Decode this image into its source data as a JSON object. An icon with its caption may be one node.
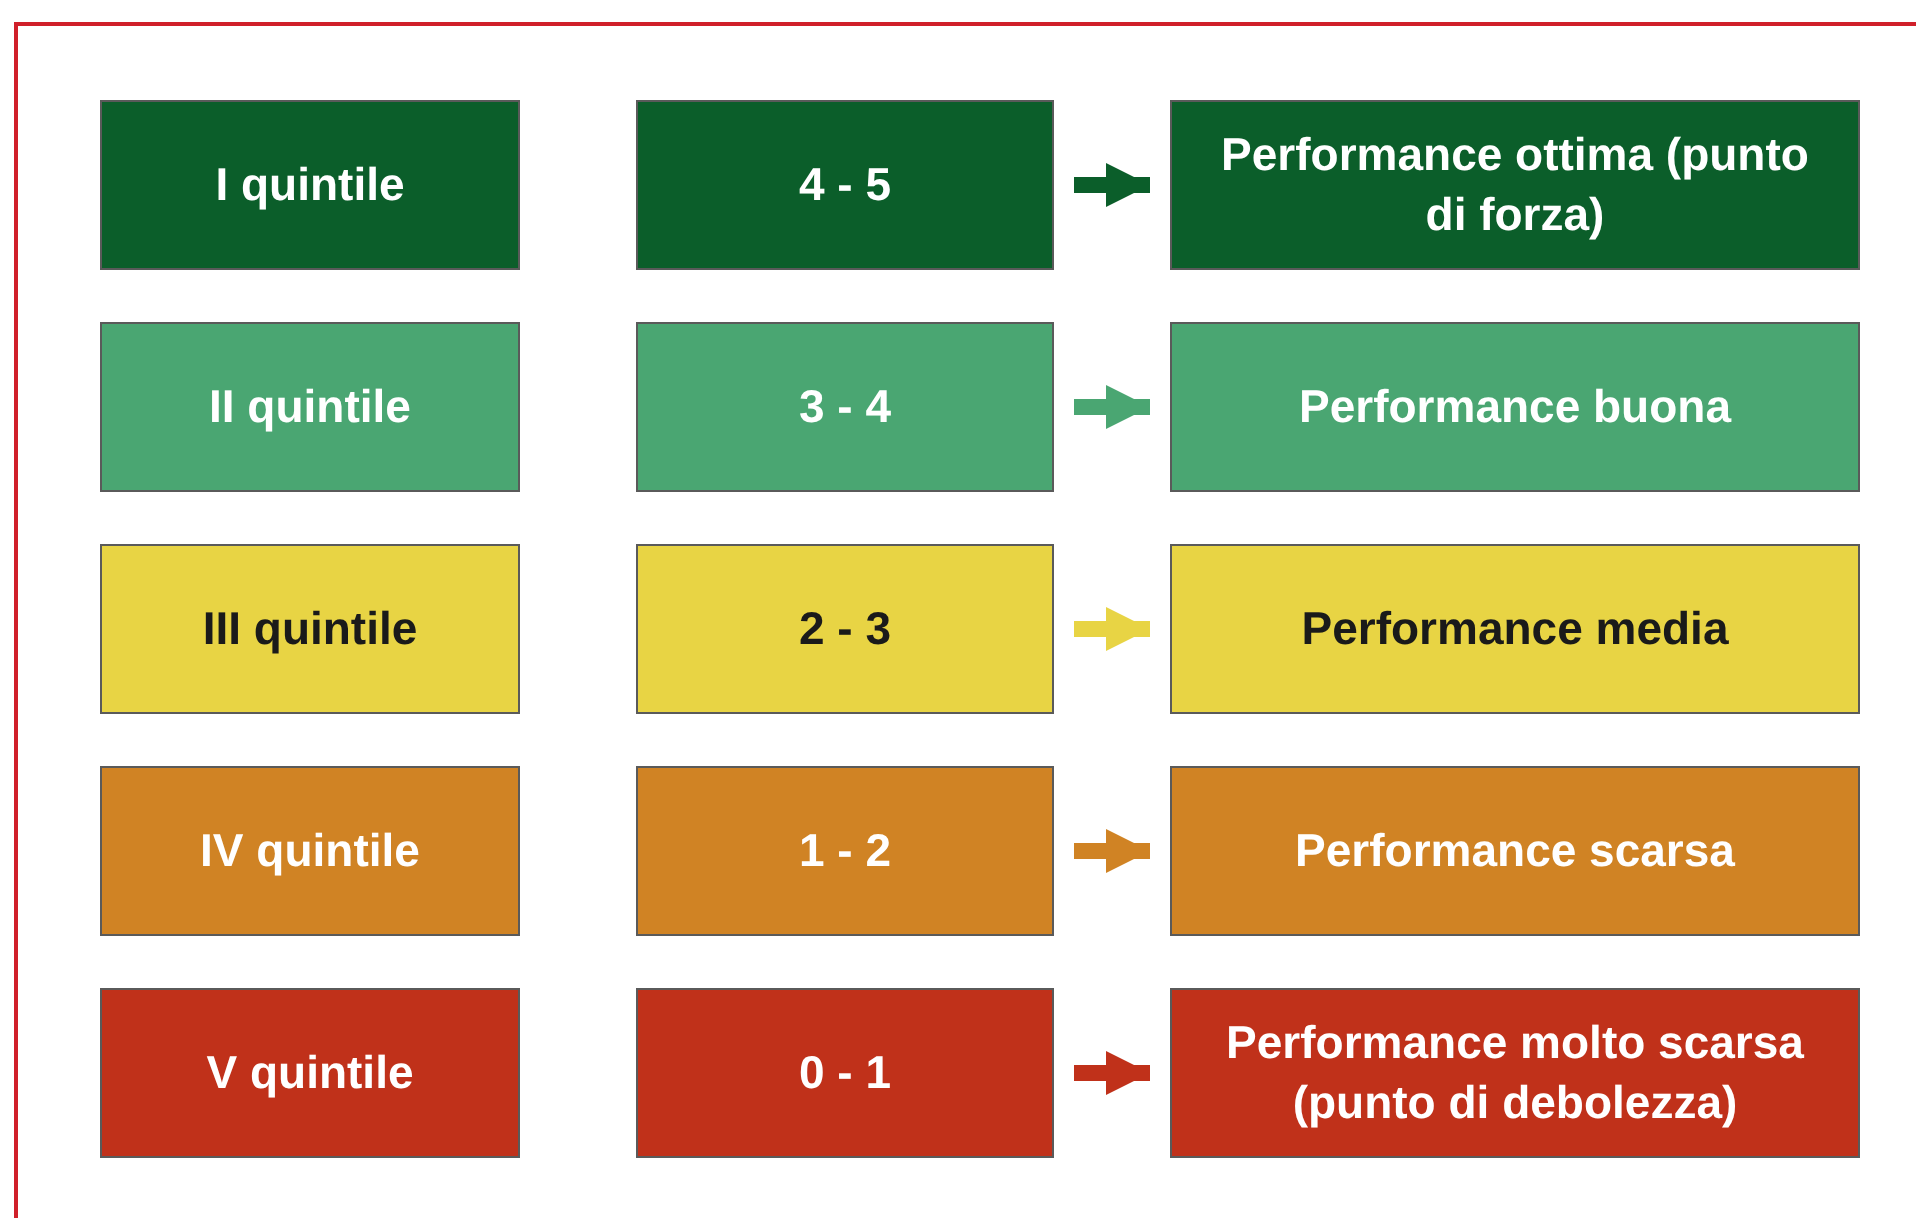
{
  "diagram": {
    "nodes": [
      {
        "text": [
          "I quintile"
        ]
      },
      {
        "text": [
          "4 - 5"
        ]
      },
      {
        "text": [
          "Performance ottima (punto di forza)"
        ]
      },
      {
        "text": [
          "II quintile"
        ]
      },
      {
        "text": [
          "3 - 4"
        ]
      },
      {
        "text": [
          "Performance buona"
        ]
      },
      {
        "text": [
          "III quintile"
        ]
      },
      {
        "text": [
          "2 - 3"
        ]
      },
      {
        "text": [
          "Performance media"
        ]
      },
      {
        "text": [
          "IV quintile"
        ]
      },
      {
        "text": [
          "1 - 2"
        ]
      },
      {
        "text": [
          "Performance scarsa"
        ]
      },
      {
        "text": [
          "V quintile"
        ]
      },
      {
        "text": [
          "0 - 1"
        ]
      },
      {
        "text": [
          "Performance molto scarsa (punto di debolezza)"
        ]
      }
    ],
    "edges": [
      {
        "from": 1,
        "to": 2,
        "arrow": "to",
        "color": "#0b5e2a"
      },
      {
        "from": 4,
        "to": 5,
        "arrow": "to",
        "color": "#4aa672"
      },
      {
        "from": 7,
        "to": 8,
        "arrow": "to",
        "color": "#e8d444"
      },
      {
        "from": 10,
        "to": 11,
        "arrow": "to",
        "color": "#d08324"
      },
      {
        "from": 13,
        "to": 14,
        "arrow": "to",
        "color": "#c0311a"
      }
    ]
  }
}
